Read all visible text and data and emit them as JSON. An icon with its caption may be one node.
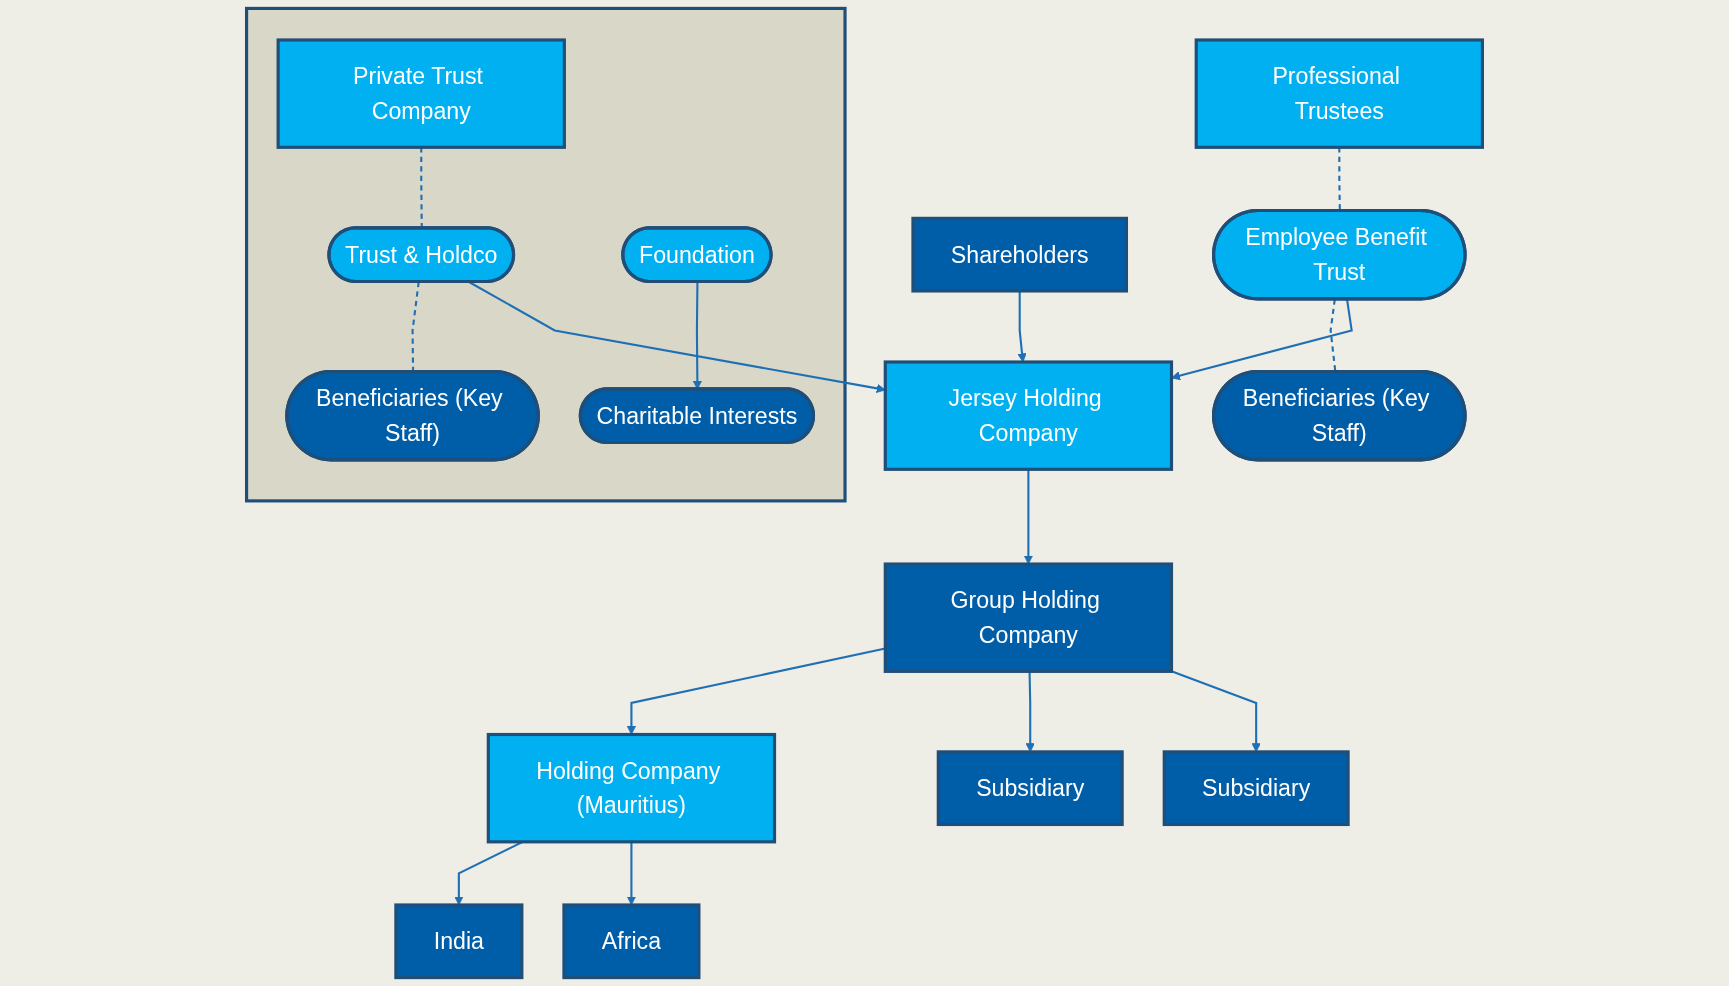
{
  "diagram": {
    "nodes": [
      {
        "text": [],
        "shape": "box"
      },
      {
        "text": [
          "Private Trust Company"
        ],
        "in": 0
      },
      {
        "text": [
          "Trust & Holdco"
        ],
        "in": 0
      },
      {
        "text": [
          "Foundation"
        ],
        "in": 0
      },
      {
        "text": [
          "Beneficiaries (Key Staff)"
        ],
        "in": 0
      },
      {
        "text": [
          "Charitable Interests"
        ],
        "in": 0
      },
      {
        "text": [
          "Shareholders"
        ]
      },
      {
        "text": [
          "Professional Trustees"
        ]
      },
      {
        "text": [
          "Employee Benefit Trust"
        ]
      },
      {
        "text": [
          "Jersey Holding Company"
        ]
      },
      {
        "text": [
          "Beneficiaries (Key Staff)"
        ]
      },
      {
        "text": [
          "Group Holding Company"
        ]
      },
      {
        "text": [
          "Holding Company (Mauritius)"
        ]
      },
      {
        "text": [
          "Subsidiary"
        ]
      },
      {
        "text": [
          "Subsidiary"
        ]
      },
      {
        "text": [
          "India"
        ]
      },
      {
        "text": [
          "Africa"
        ]
      }
    ],
    "edges": [
      {
        "from": 1,
        "to": 2,
        "arrow": "none",
        "style": "dashed"
      },
      {
        "from": 2,
        "to": 4,
        "arrow": "none",
        "style": "dashed"
      },
      {
        "from": 3,
        "to": 5,
        "arrow": "to"
      },
      {
        "from": 7,
        "to": 8,
        "arrow": "none",
        "style": "dashed"
      },
      {
        "from": 8,
        "to": 10,
        "arrow": "none",
        "style": "dashed"
      },
      {
        "from": 6,
        "to": 9,
        "arrow": "to"
      },
      {
        "from": 2,
        "to": 9,
        "arrow": "to"
      },
      {
        "from": 8,
        "to": 9,
        "arrow": "to"
      },
      {
        "from": 9,
        "to": 11,
        "arrow": "to"
      },
      {
        "from": 11,
        "to": 12,
        "arrow": "to"
      },
      {
        "from": 11,
        "to": 13,
        "arrow": "to"
      },
      {
        "from": 11,
        "to": 14,
        "arrow": "to"
      },
      {
        "from": 12,
        "to": 15,
        "arrow": "to"
      },
      {
        "from": 12,
        "to": 16,
        "arrow": "to"
      }
    ]
  }
}
